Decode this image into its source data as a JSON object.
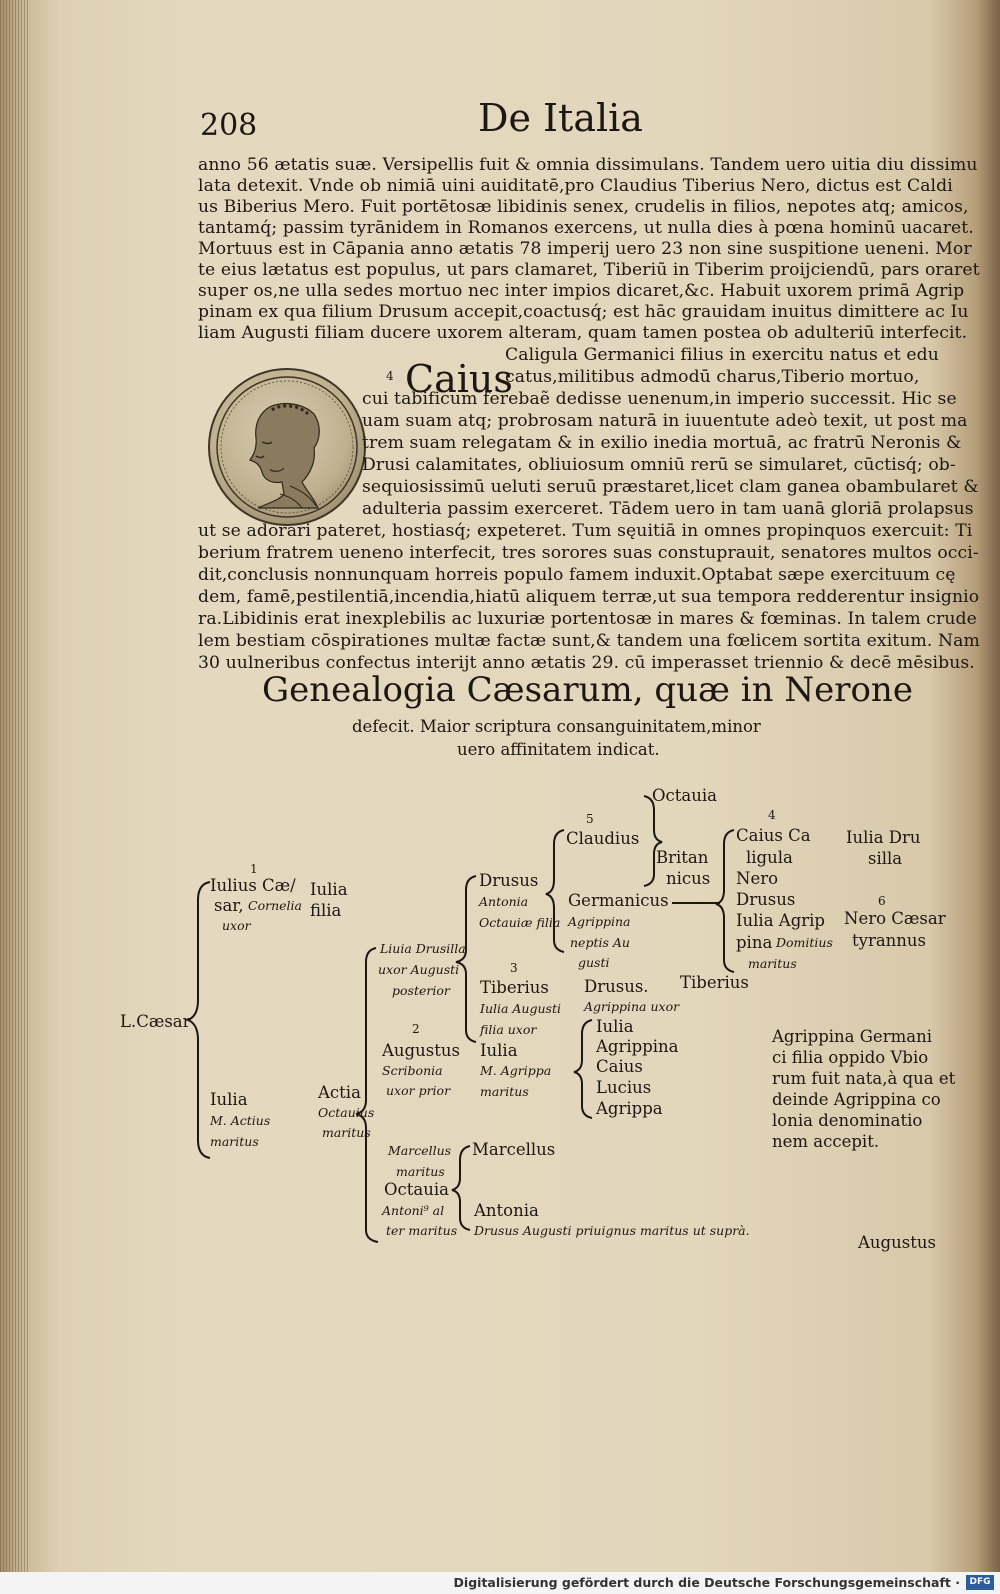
{
  "header": {
    "folio": "208",
    "running_title": "De Italia"
  },
  "body_lines": [
    "anno 56 ætatis suæ. Versipellis fuit & omnia dissimulans. Tandem uero uitia diu dissimu",
    "lata detexit. Vnde ob nimiā uini auiditatē,pro Claudius Tiberius Nero, dictus est Caldi",
    "us Biberius Mero. Fuit portētosæ libidinis senex, crudelis in filios, nepotes atq; amicos,",
    "tantamq́; passim tyrānidem in Romanos exercens, ut nulla dies à pœna hominū uacaret.",
    "Mortuus est in Cāpania anno ætatis 78 imperij uero 23 non sine suspitione ueneni. Mor",
    "te eius lætatus est populus, ut pars clamaret, Tiberiū in Tiberim proijciendū, pars oraret",
    "super os,ne ulla sedes mortuo nec inter impios dicaret,&c. Habuit uxorem primā Agrip",
    "pinam ex qua filium Drusum accepit,coactusq́; est hāc grauidam inuitus dimittere ac Iu",
    "liam Augusti filiam ducere uxorem alteram, quam tamen postea ob adulteriū interfecit."
  ],
  "caius": {
    "number": "4",
    "heading": "Caius",
    "side_lines": [
      "Caligula Germanici filius in exercitu natus et edu",
      "catus,militibus admodū charus,Tiberio mortuo,"
    ],
    "indent_lines": [
      "cui tabificum ferebaẽ dedisse uenenum,in imperio successit. Hic se",
      "uam suam atq; probrosam naturā in iuuentute adeò texit, ut post ma",
      "trem suam relegatam & in exilio inedia mortuā, ac fratrū Neronis &",
      "Drusi calamitates, obliuiosum omniū rerū se simularet, cūctisq́; ob-",
      "sequiosissimū ueluti seruū præstaret,licet clam ganea obambularet &",
      "adulteria passim exerceret. Tādem uero in tam uanā gloriā prolapsus"
    ],
    "full_lines": [
      "ut se adorari pateret, hostiasq́; expeteret. Tum sęuitiā in omnes propinquos exercuit: Ti",
      "berium fratrem ueneno interfecit, tres sorores suas constuprauit, senatores multos occi-",
      "dit,conclusis nonnunquam horreis populo famem induxit.Optabat sæpe exercituum cę",
      "dem, famē,pestilentiā,incendia,hiatū aliquem terræ,ut sua tempora redderentur insignio",
      "ra.Libidinis erat inexplebilis ac luxuriæ portentosæ in mares & fœminas. In talem crude",
      "lem bestiam cōspirationes multæ factæ sunt,& tandem una fœlicem sortita exitum. Nam",
      "30 uulneribus confectus interijt anno ætatis 29. cū imperasset triennio & decē mēsibus."
    ]
  },
  "genealogy": {
    "title": "Genealogia Cæsarum, quæ in Nerone",
    "subtitle_1": "defecit. Maior scriptura consanguinitatem,minor",
    "subtitle_2": "uero affinitatem indicat.",
    "nodes": {
      "lcaesar": "L.Cæsar",
      "n1": "1",
      "julius_1": "Iulius Cæ/",
      "julius_2": "sar,",
      "julius_3": "Cornelia",
      "julius_4": "uxor",
      "iulia_filia_1": "Iulia",
      "iulia_filia_2": "filia",
      "iulia_lower": "Iulia",
      "iulia_lower_s1": "M. Actius",
      "iulia_lower_s2": "maritus",
      "actia": "Actia",
      "actia_s1": "Octauius",
      "actia_s2": "maritus",
      "liuia_1": "Liuia Drusilla",
      "liuia_2": "uxor Augusti",
      "liuia_3": "posterior",
      "n2": "2",
      "augustus": "Augustus",
      "aug_s1": "Scribonia",
      "aug_s2": "uxor prior",
      "drusus_top": "Drusus",
      "drusus_top_s1": "Antonia",
      "drusus_top_s2": "Octauiæ filia",
      "n3": "3",
      "tiberius": "Tiberius",
      "tib_s1": "Iulia Augusti",
      "tib_s2": "filia uxor",
      "iulia_mid": "Iulia",
      "iulia_mid_s1": "M. Agrippa",
      "iulia_mid_s2": "maritus",
      "n5": "5",
      "claudius": "Claudius",
      "octauia_top": "Octauia",
      "britan_1": "Britan",
      "britan_2": "nicus",
      "germanicus": "Germanicus",
      "germ_s1": "Agrippina",
      "germ_s2": "neptis Au",
      "germ_s3": "gusti",
      "drusus_mid": "Drusus.",
      "drusus_mid_s": "Agrippina uxor",
      "tiberius_right": "Tiberius",
      "sib_1": "Iulia",
      "sib_2": "Agrippina",
      "sib_3": "Caius",
      "sib_4": "Lucius",
      "sib_5": "Agrippa",
      "n4": "4",
      "caius_cal_1": "Caius Ca",
      "caius_cal_2": "ligula",
      "nero": "Nero",
      "drusus_right": "Drusus",
      "iulia_agrip_1": "Iulia Agrip",
      "iulia_agrip_2": "pina",
      "iulia_agrip_s1": "Domitius",
      "iulia_agrip_s2": "maritus",
      "iulia_dru_1": "Iulia Dru",
      "iulia_dru_2": "silla",
      "n6": "6",
      "nero_caesar": "Nero Cæsar",
      "tyrannus": "tyrannus",
      "marcellus_s1": "Marcellus",
      "marcellus_s2": "maritus",
      "octauia_low": "Octauia",
      "octauia_low_s1": "Antoni⁹ al",
      "octauia_low_s2": "ter maritus",
      "marcellus": "Marcellus",
      "antonia": "Antonia",
      "antonia_s": "Drusus Augusti priuignus maritus ut suprà."
    },
    "note_lines": [
      "Agrippina Germani",
      "ci filia oppido Vbio",
      "rum fuit nata,à qua et",
      "deinde Agrippina co",
      "lonia denominatio",
      "nem accepit."
    ]
  },
  "catchword": "Augustus",
  "footer": {
    "credit": "Digitalisierung gefördert durch die Deutsche Forschungsgemeinschaft ·",
    "logo": "DFG"
  }
}
